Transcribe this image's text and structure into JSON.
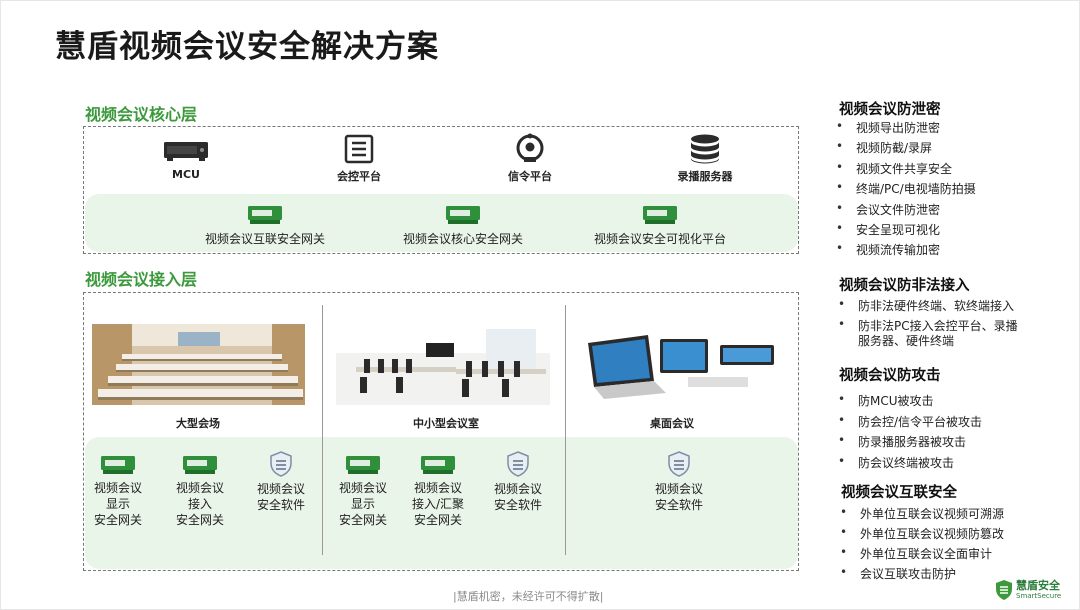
{
  "title": "慧盾视频会议安全解决方案",
  "core_layer": {
    "title": "视频会议核心层",
    "devices": [
      {
        "label": "MCU",
        "icon": "mcu-device-icon"
      },
      {
        "label": "会控平台",
        "icon": "control-platform-icon"
      },
      {
        "label": "信令平台",
        "icon": "signaling-icon"
      },
      {
        "label": "录播服务器",
        "icon": "database-icon"
      }
    ],
    "gateways": [
      {
        "label": "视频会议互联安全网关"
      },
      {
        "label": "视频会议核心安全网关"
      },
      {
        "label": "视频会议安全可视化平台"
      }
    ]
  },
  "access_layer": {
    "title": "视频会议接入层",
    "scenes": [
      {
        "label": "大型会场",
        "items": [
          "视频会议\n显示\n安全网关",
          "视频会议\n接入\n安全网关",
          "视频会议\n安全软件"
        ]
      },
      {
        "label": "中小型会议室",
        "items": [
          "视频会议\n显示\n安全网关",
          "视频会议\n接入/汇聚\n安全网关",
          "视频会议\n安全软件"
        ]
      },
      {
        "label": "桌面会议",
        "items": [
          "视频会议\n安全软件"
        ]
      }
    ]
  },
  "right_panel": {
    "sections": [
      {
        "title": "视频会议防泄密",
        "bullets": [
          "视频导出防泄密",
          "视频防截/录屏",
          "视频文件共享安全",
          "终端/PC/电视墙防拍摄",
          "会议文件防泄密",
          "安全呈现可视化",
          "视频流传输加密"
        ]
      },
      {
        "title": "视频会议防非法接入",
        "bullets": [
          "防非法硬件终端、软终端接入",
          "防非法PC接入会控平台、录播",
          "服务器、硬件终端"
        ]
      },
      {
        "title": "视频会议防攻击",
        "bullets": [
          "防MCU被攻击",
          "防会控/信令平台被攻击",
          "防录播服务器被攻击",
          "防会议终端被攻击"
        ]
      },
      {
        "title": "视频会议互联安全",
        "bullets": [
          "外单位互联会议视频可溯源",
          "外单位互联会议视频防篡改",
          "外单位互联会议全面审计",
          "会议互联攻击防护"
        ]
      }
    ]
  },
  "footer": "|慧盾机密，未经许可不得扩散|",
  "logo": {
    "cn": "慧盾安全",
    "en": "SmartSecure"
  },
  "colors": {
    "accent_green": "#3c9a3c",
    "gateway_green": "#2f8f3a",
    "band": "#eaf5ea"
  }
}
